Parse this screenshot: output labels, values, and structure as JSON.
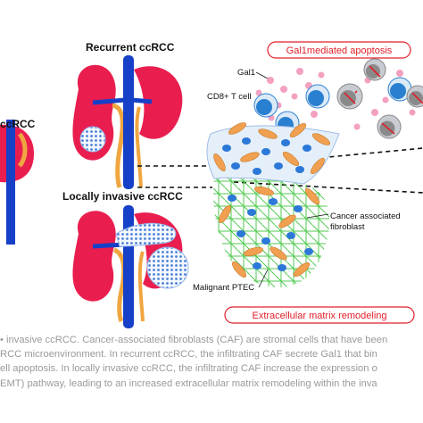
{
  "labels": {
    "left_edge": "ccRCC",
    "recurrent": "Recurrent ccRCC",
    "locally_invasive": "Locally invasive ccRCC",
    "gal1": "Gal1",
    "cd8": "CD8+ T cell",
    "caf_line1": "Cancer associated",
    "caf_line2": "fibroblast",
    "ptec": "Malignant PTEC"
  },
  "boxes": {
    "apoptosis": "Gal1mediated apoptosis",
    "ecm": "Extracellular matrix remodeling"
  },
  "caption": {
    "lines": [
      "• invasive ccRCC. Cancer-associated fibroblasts (CAF) are stromal cells that have been",
      "RCC microenvironment. In recurrent ccRCC, the infiltrating CAF secrete Gal1 that bin",
      "ell apoptosis. In locally invasive ccRCC, the infiltrating CAF increase the expression o",
      "EMT) pathway, leading to an increased extracellular matrix remodeling within the inva"
    ]
  },
  "colors": {
    "kidney": "#e91e4f",
    "vessel_blue": "#1640c8",
    "ureter": "#f0a640",
    "caf_orange": "#f0a050",
    "ptec_blue": "#2c78d8",
    "matrix_green": "#3cc43c",
    "highlight_red": "#e0202a",
    "gal1_pink": "#f4a0c0",
    "tcell_blue": "#2a80d0",
    "apoptotic_gray": "#8a8a8a"
  }
}
